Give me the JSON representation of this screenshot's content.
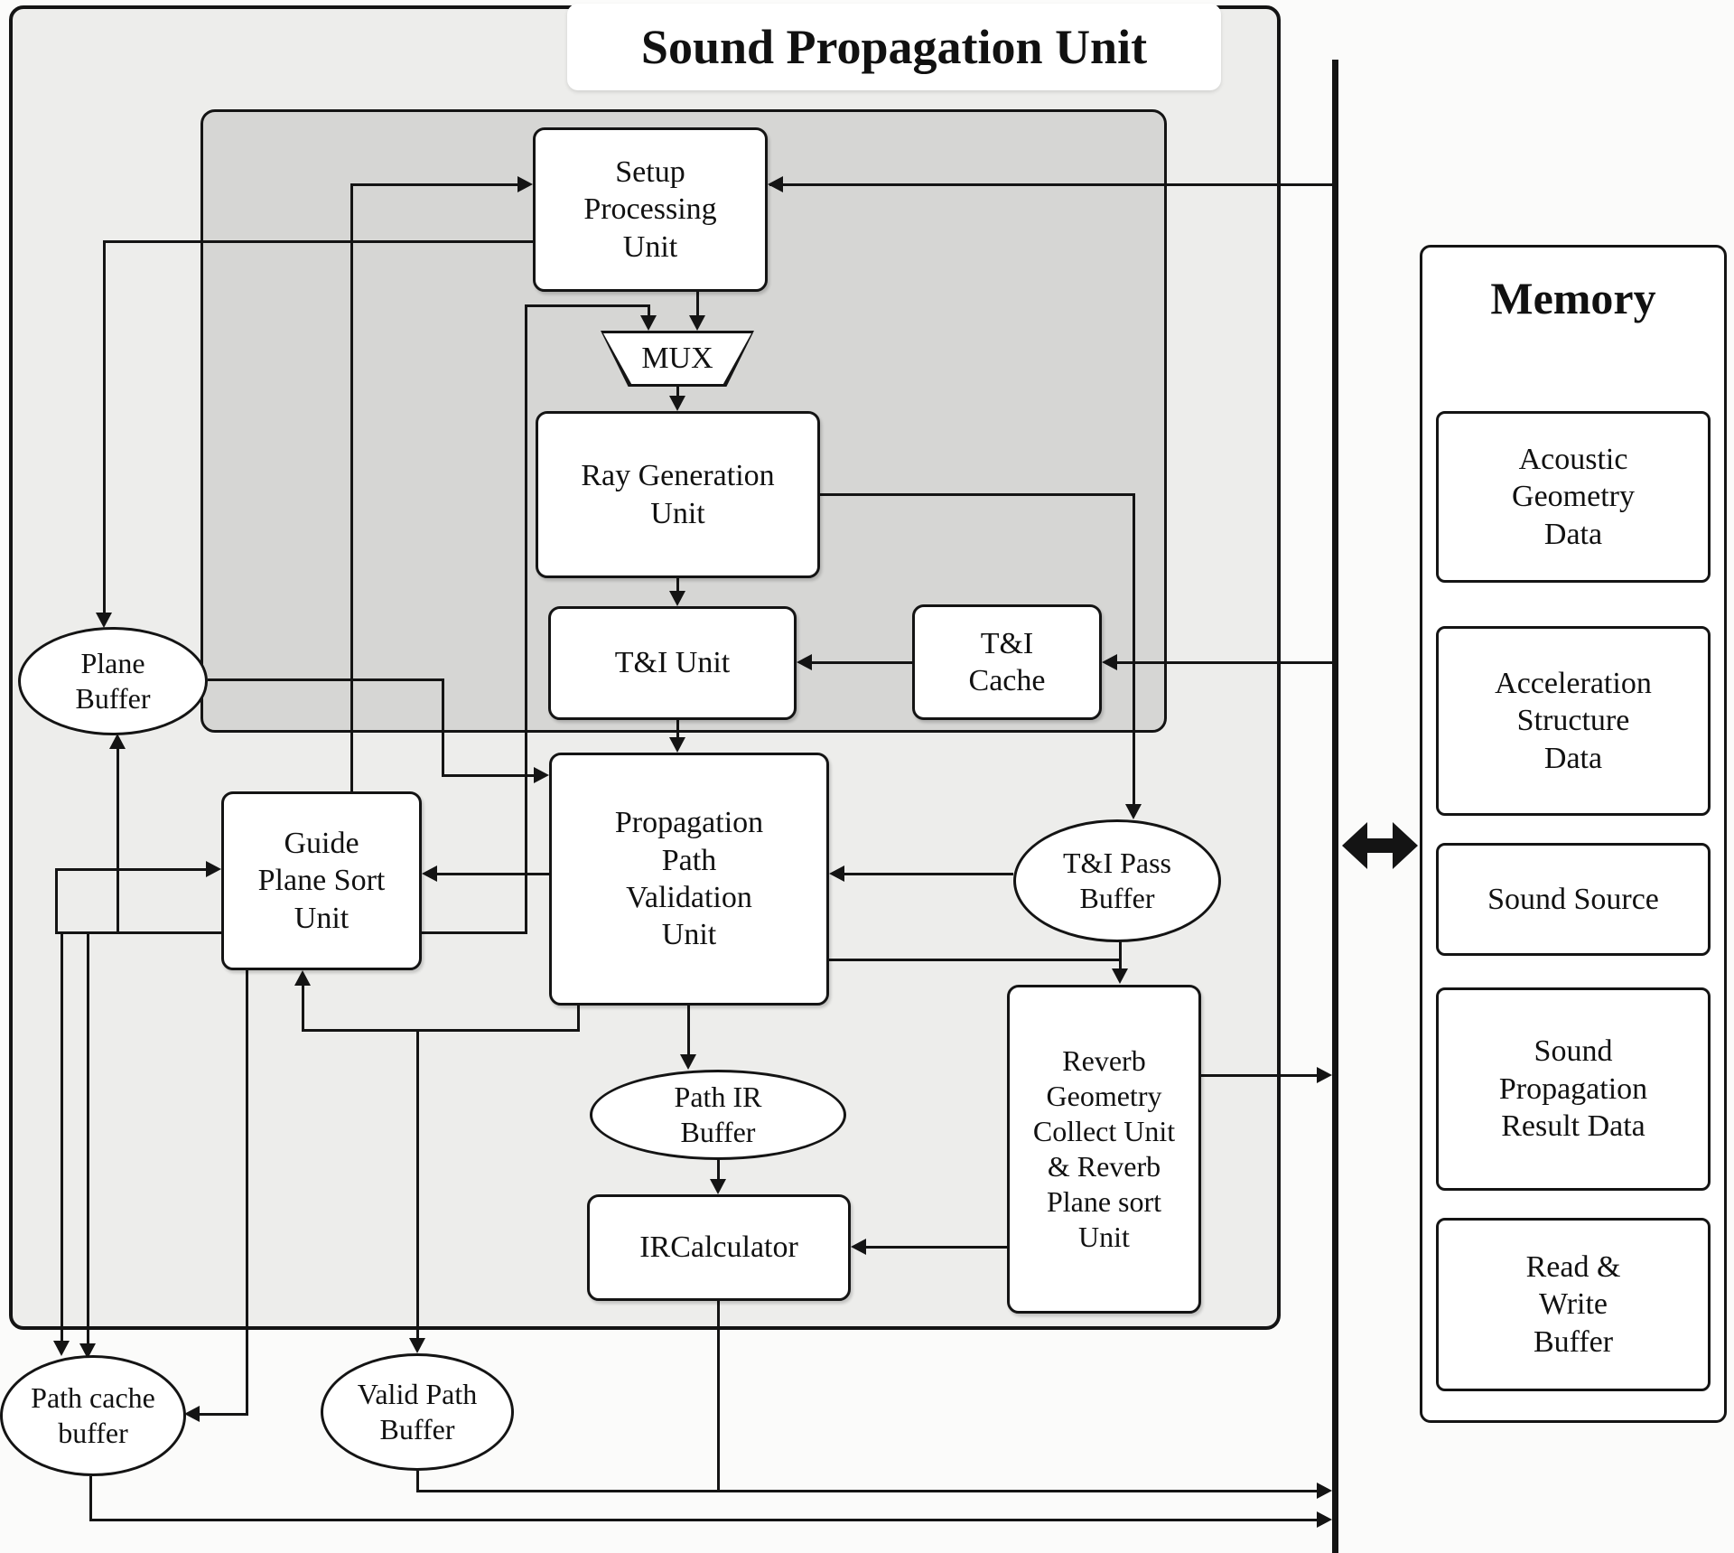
{
  "spu": {
    "title": "Sound Propagation Unit",
    "units": {
      "setup": {
        "label": "Setup\nProcessing\nUnit"
      },
      "mux": {
        "label": "MUX"
      },
      "ray_generation": {
        "label": "Ray Generation\nUnit"
      },
      "ti_unit": {
        "label": "T&I Unit"
      },
      "ti_cache": {
        "label": "T&I\nCache"
      },
      "guide_plane_sort": {
        "label": "Guide\nPlane Sort\nUnit"
      },
      "propagation_path_validation": {
        "label": "Propagation\nPath\nValidation\nUnit"
      },
      "reverb_geometry_collect": {
        "label": "Reverb\nGeometry\nCollect Unit\n& Reverb\nPlane sort\nUnit"
      },
      "ir_calculator": {
        "label": "IRCalculator"
      }
    },
    "buffers": {
      "plane_buffer": {
        "label": "Plane\nBuffer"
      },
      "ti_pass_buffer": {
        "label": "T&I Pass\nBuffer"
      },
      "path_ir_buffer": {
        "label": "Path IR\nBuffer"
      },
      "path_cache_buffer": {
        "label": "Path cache\nbuffer"
      },
      "valid_path_buffer": {
        "label": "Valid Path\nBuffer"
      }
    }
  },
  "memory": {
    "title": "Memory",
    "blocks": [
      {
        "label": "Acoustic\nGeometry\nData"
      },
      {
        "label": "Acceleration\nStructure\nData"
      },
      {
        "label": "Sound Source"
      },
      {
        "label": "Sound\nPropagation\nResult Data"
      },
      {
        "label": "Read &\nWrite\nBuffer"
      }
    ]
  },
  "colors": {
    "outer_fill": "#ededeb",
    "inner_fill": "#d6d6d4",
    "node_fill": "#ffffff",
    "line": "#141414"
  }
}
